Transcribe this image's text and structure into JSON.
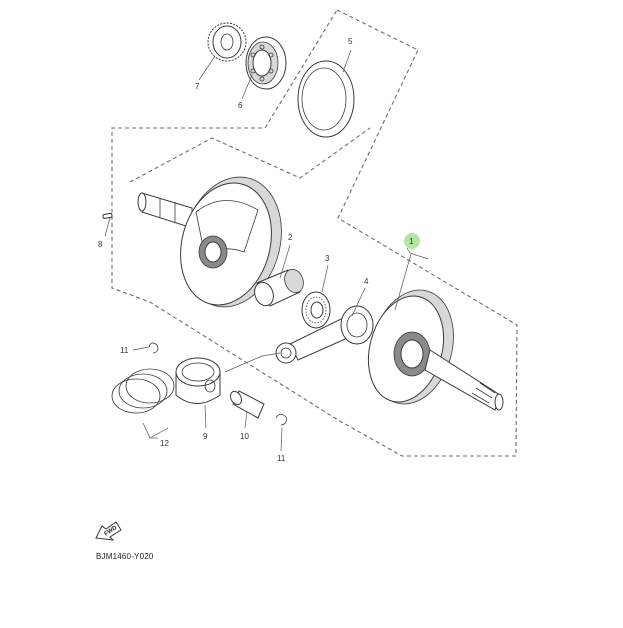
{
  "diagram": {
    "drawing_code": "BJM1460-Y020",
    "forward_label": "FWD",
    "highlight_color": "#a6e08e",
    "line_color": "#3a3a3a",
    "callouts": {
      "c1": "1",
      "c2": "2",
      "c3": "3",
      "c4": "4",
      "c5": "5",
      "c6": "6",
      "c7": "7",
      "c8": "8",
      "c9": "9",
      "c10": "10",
      "c11a": "11",
      "c11b": "11",
      "c12": "12"
    }
  }
}
